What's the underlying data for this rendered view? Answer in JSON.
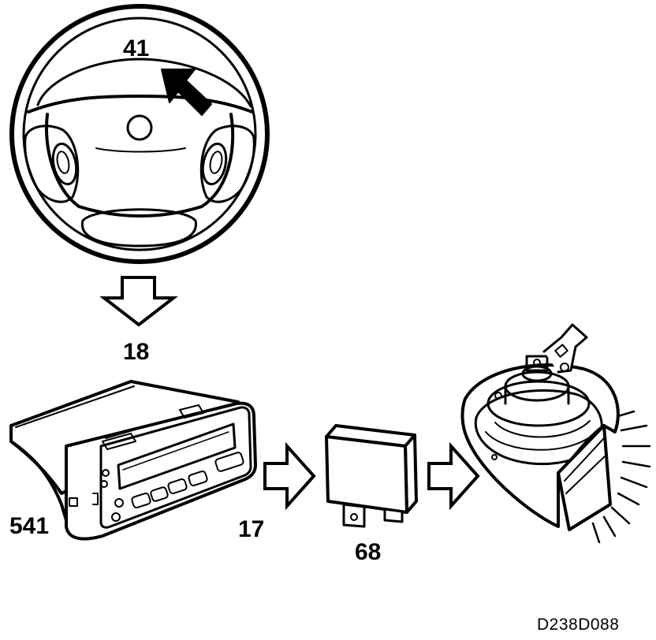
{
  "callouts": {
    "steering_wheel": "41",
    "control_module": "18",
    "radio_unit": "541",
    "signal": "17",
    "relay": "68"
  },
  "reference_code": "D238D088",
  "colors": {
    "ink": "#000000",
    "paper": "#ffffff"
  }
}
